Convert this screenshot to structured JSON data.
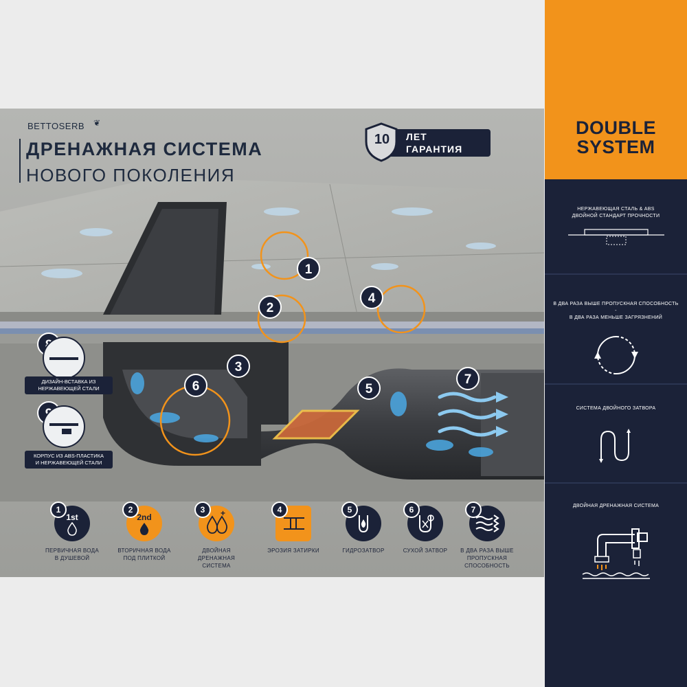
{
  "brand": {
    "name": "BETTOSERB"
  },
  "header": {
    "title_line1": "ДРЕНАЖНАЯ СИСТЕМА",
    "title_line2": "НОВОГО ПОКОЛЕНИЯ"
  },
  "warranty": {
    "years": "10",
    "line1": "ЛЕТ",
    "line2": "ГАРАНТИЯ"
  },
  "diagram": {
    "callouts": [
      "1",
      "2",
      "3",
      "4",
      "5",
      "6",
      "7",
      "8",
      "9"
    ],
    "side_labels": {
      "insert": [
        "ДИЗАЙН-ВСТАВКА ИЗ",
        "НЕРЖАВЕЮЩЕЙ СТАЛИ"
      ],
      "body": [
        "КОРПУС ИЗ ABS-ПЛАСТИКА",
        "И НЕРЖАВЕЮЩЕЙ СТАЛИ"
      ]
    }
  },
  "legend": [
    {
      "num": "1",
      "icon_text": "1st",
      "icon": "water-drop-icon",
      "color": "#1b2238",
      "label": [
        "ПЕРВИЧНАЯ ВОДА",
        "В ДУШЕВОЙ"
      ]
    },
    {
      "num": "2",
      "icon_text": "2nd",
      "icon": "water-drop-icon",
      "color": "#f2931b",
      "label": [
        "ВТОРИЧНАЯ ВОДА",
        "ПОД ПЛИТКОЙ"
      ]
    },
    {
      "num": "3",
      "icon_text": "+",
      "icon": "double-drop-icon",
      "color": "#f2931b",
      "label": [
        "ДВОЙНАЯ",
        "ДРЕНАЖНАЯ",
        "СИСТЕМА"
      ]
    },
    {
      "num": "4",
      "icon_text": "",
      "icon": "grout-erosion-icon",
      "color": "#f2931b",
      "label": [
        "ЭРОЗИЯ ЗАТИРКИ"
      ]
    },
    {
      "num": "5",
      "icon_text": "",
      "icon": "water-seal-icon",
      "color": "#1b2238",
      "label": [
        "ГИДРОЗАТВОР"
      ]
    },
    {
      "num": "6",
      "icon_text": "",
      "icon": "dry-seal-icon",
      "color": "#1b2238",
      "label": [
        "СУХОЙ ЗАТВОР"
      ]
    },
    {
      "num": "7",
      "icon_text": "",
      "icon": "waves-icon",
      "color": "#1b2238",
      "label": [
        "В ДВА РАЗА ВЫШЕ",
        "ПРОПУСКНАЯ",
        "СПОСОБНОСТЬ"
      ]
    }
  ],
  "sidebar": {
    "title_line1": "DOUBLE",
    "title_line2": "SYSTEM",
    "colors": {
      "accent": "#f2931b",
      "navy": "#1b2238"
    },
    "features": [
      {
        "icon": "double-standard-icon",
        "text": [
          "НЕРЖАВЕЮЩАЯ СТАЛЬ & ABS",
          "ДВОЙНОЙ СТАНДАРТ ПРОЧНОСТИ"
        ]
      },
      {
        "icon": "cycle-arrows-icon",
        "text": [
          "В ДВА РАЗА ВЫШЕ ПРОПУСКНАЯ СПОСОБНОСТЬ -",
          "В ДВА РАЗА МЕНЬШЕ ЗАГРЯЗНЕНИЙ"
        ]
      },
      {
        "icon": "s-trap-icon",
        "text": [
          "СИСТЕМА ДВОЙНОГО ЗАТВОРА"
        ]
      },
      {
        "icon": "double-pipe-icon",
        "text": [
          "ДВОЙНАЯ ДРЕНАЖНАЯ СИСТЕМА"
        ]
      }
    ]
  }
}
